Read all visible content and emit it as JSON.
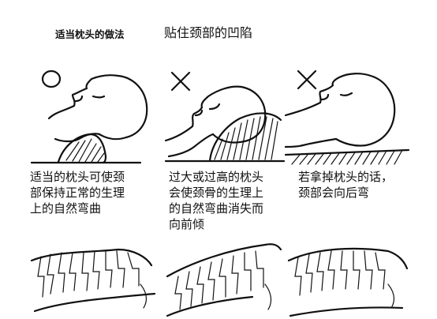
{
  "header": {
    "title": "适当枕头的做法",
    "subtitle": "贴住颈部的凹陷"
  },
  "panels": [
    {
      "mark": "correct",
      "caption": "适当的枕头可使颈\n部保持正常的生理\n上的自然弯曲"
    },
    {
      "mark": "incorrect",
      "caption": "过大或过高的枕头\n会使颈骨的生理上\n的自然弯曲消失而\n向前倾"
    },
    {
      "mark": "incorrect",
      "caption": "若拿掉枕头的话，\n颈部会向后弯"
    }
  ],
  "icons": {
    "correct": "circle-icon",
    "incorrect": "cross-icon"
  }
}
